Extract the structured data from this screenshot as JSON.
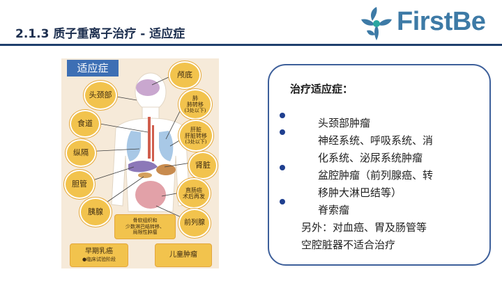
{
  "header": {
    "title": "2.1.3  质子重离子治疗 - 适应症"
  },
  "logo": {
    "text": "FirstBe"
  },
  "diagram": {
    "tag": "适应症",
    "bubbles": {
      "head_neck": "头颈部",
      "skull_base": "颅底",
      "lung": "肺",
      "lung_mets": "肺转移",
      "lung_mets_note": "(3处以下)",
      "esophagus": "食道",
      "liver": "肝脏",
      "liver_mets": "肝脏转移",
      "liver_mets_note": "(3处以下)",
      "mediastinum": "纵隔",
      "kidney": "肾脏",
      "bile_duct": "胆管",
      "rectal_recur": "直肠癌",
      "rectal_recur_2": "术后再发",
      "pancreas": "胰腺",
      "prostate": "前列腺"
    },
    "boxes": {
      "bone_soft": "骨软组织和",
      "bone_soft_2": "少数淋巴结转移、",
      "bone_soft_3": "局限性肿瘤",
      "breast": "早期乳癌",
      "breast_note": "●临床试验阶段",
      "pediatric": "儿童肿瘤"
    }
  },
  "card": {
    "title": "治疗适应症：",
    "lines": [
      "头颈部肿瘤",
      "神经系统、呼吸系统、消",
      "化系统、泌尿系统肿瘤",
      "盆腔肿瘤（前列腺癌、转",
      "移肿大淋巴结等）",
      "脊索瘤",
      "另外：对血癌、胃及肠管等",
      "空腔脏器不适合治疗"
    ]
  }
}
